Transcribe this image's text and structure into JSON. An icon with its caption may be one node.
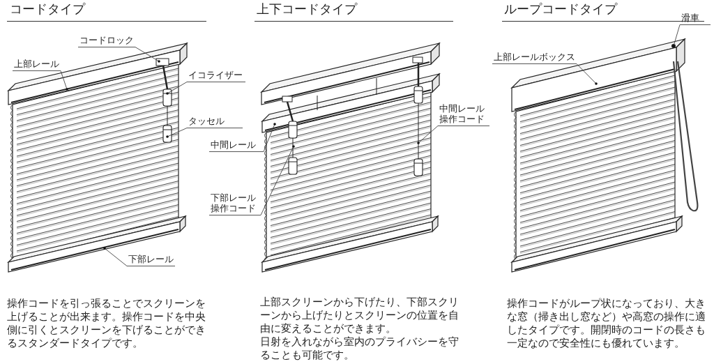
{
  "diagram": {
    "nodes": [
      {
        "text": [
          "コードロック"
        ]
      },
      {
        "text": [
          "上部レール"
        ]
      },
      {
        "text": [
          "イコライザー"
        ]
      },
      {
        "text": [
          "タッセル"
        ]
      },
      {
        "text": [
          "下部レール"
        ]
      },
      {
        "text": [
          "中間レール"
        ]
      },
      {
        "text": [
          "中間レール操作コード"
        ]
      },
      {
        "text": [
          "下部レール操作コード"
        ]
      },
      {
        "text": [
          "滑車"
        ]
      },
      {
        "text": [
          "上部レールボックス"
        ]
      }
    ],
    "edges": [
      {
        "from": 0,
        "to": null,
        "arrow": "other"
      },
      {
        "from": 1,
        "to": null,
        "arrow": "other"
      },
      {
        "from": 2,
        "to": null,
        "arrow": "other"
      },
      {
        "from": 3,
        "to": null,
        "arrow": "other"
      },
      {
        "from": 4,
        "to": null,
        "arrow": "other"
      },
      {
        "from": 5,
        "to": null,
        "arrow": "other"
      },
      {
        "from": 6,
        "to": null,
        "arrow": "other"
      },
      {
        "from": 7,
        "to": null,
        "arrow": "other"
      },
      {
        "from": 8,
        "to": null,
        "arrow": "other"
      },
      {
        "from": 9,
        "to": null,
        "arrow": "other"
      }
    ],
    "labels": [
      "コードタイプ",
      "上下コードタイプ",
      "ループコードタイプ",
      "操作コードを引っ張ることでスクリーンを上げることが出来ます。操作コードを中央側に引くとスクリーンを下げることができるスタンダードタイプです。",
      "上部スクリーンから下げたり、下部スクリーンから上げたりとスクリーンの位置を自由に変えることができます。",
      "日射を入れながら室内のプライバシーを守ることも可能です。",
      "操作コードがループ状になっており、大きな窓（掃き出し窓など）や高窓の操作に適したタイプです。開閉時のコードの長さも一定なので安全性にも優れています。"
    ]
  }
}
